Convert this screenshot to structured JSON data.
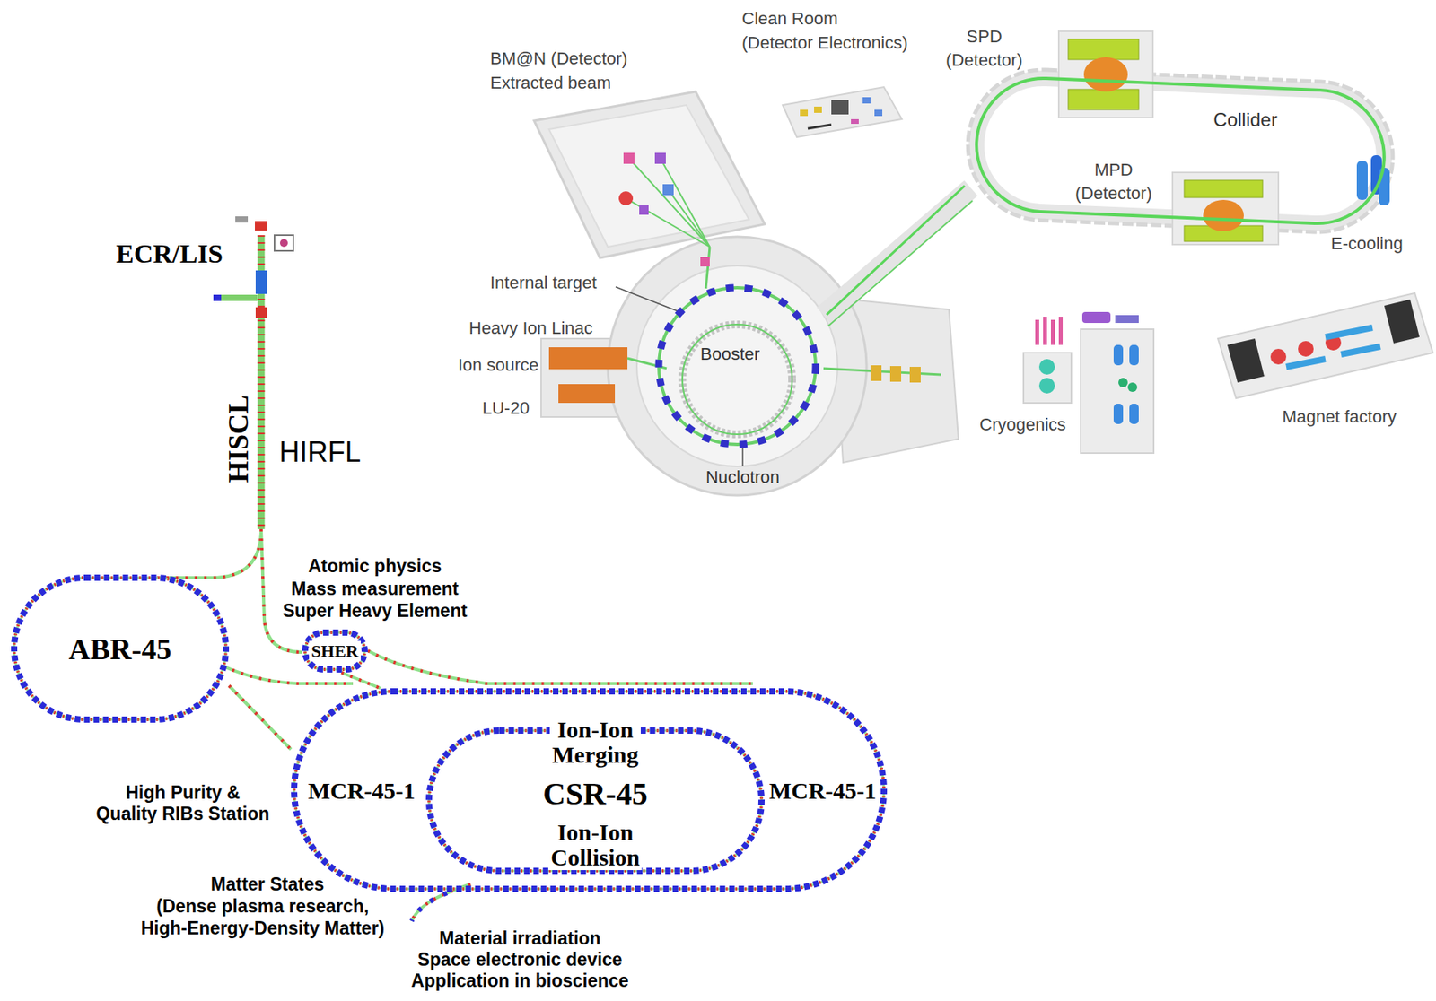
{
  "diagram": {
    "nodes": [
      {
        "text": [
          "ABR-45"
        ]
      },
      {
        "text": [
          "SHER"
        ]
      },
      {
        "text": [
          "MCR-45-1",
          "MCR-45-1"
        ]
      },
      {
        "text": [
          "Ion-Ion Merging",
          "CSR-45",
          "Ion-Ion Collision"
        ],
        "in": 2
      },
      {
        "text": [
          "Collider"
        ]
      },
      {
        "text": [
          "Booster",
          "Nuclotron"
        ]
      }
    ],
    "edges": [
      {
        "from": 0,
        "to": 2,
        "arrow": "none"
      },
      {
        "from": 1,
        "to": 2,
        "arrow": "none"
      },
      {
        "from": 5,
        "to": 4,
        "arrow": "none"
      }
    ],
    "labels": [
      "ECR/LIS",
      "HISCL",
      "HIRFL",
      "Atomic physics",
      "Mass measurement",
      "Super Heavy Element",
      "High Purity & Quality RIBs Station",
      "Matter States",
      "(Dense plasma research, High-Energy-Density Matter)",
      "Material irradiation",
      "Space electronic device",
      "Application in bioscience",
      "BM@N (Detector)",
      "Extracted beam",
      "Clean Room (Detector Electronics)",
      "SPD (Detector)",
      "MPD (Detector)",
      "E-cooling",
      "Internal target",
      "Heavy Ion Linac",
      "Ion source",
      "LU-20",
      "Cryogenics",
      "Magnet factory"
    ]
  }
}
